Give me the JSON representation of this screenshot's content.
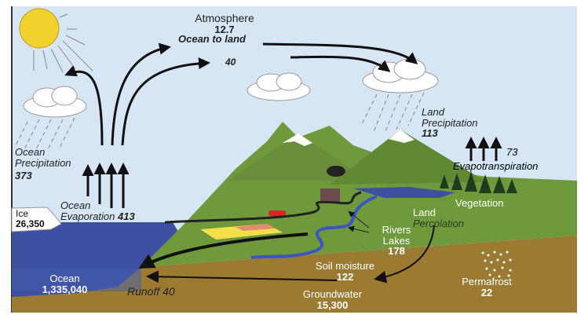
{
  "title": "Water cycle",
  "atmosphere": {
    "label": "Atmosphere",
    "value": "12.7"
  },
  "ocean_to_land": {
    "label": "Ocean to land",
    "value": "40"
  },
  "ocean_precipitation": {
    "label_1": "Ocean",
    "label_2": "Precipitation",
    "value": "373"
  },
  "ocean_evaporation": {
    "label_1": "Ocean",
    "label_2": "Evaporation",
    "value": "413"
  },
  "land_precipitation": {
    "label_1": "Land",
    "label_2": "Precipitation",
    "value": "113"
  },
  "evapotranspiration": {
    "label": "Evapotranspiration",
    "value": "73"
  },
  "ice": {
    "label": "Ice",
    "value": "26,350"
  },
  "vegetation": {
    "label": "Vegetation"
  },
  "land_percolation": {
    "label_1": "Land",
    "label_2": "Percolation"
  },
  "rivers_lakes": {
    "label_1": "Rivers",
    "label_2": "Lakes",
    "value": "178"
  },
  "soil_moisture": {
    "label": "Soil moisture",
    "value": "122"
  },
  "groundwater": {
    "label": "Groundwater",
    "value": "15,300"
  },
  "permafrost": {
    "label": "Permafrost",
    "value": "22"
  },
  "ocean": {
    "label": "Ocean",
    "value": "1,335,040"
  },
  "runoff": {
    "label": "Runoff",
    "value": "40"
  },
  "colors": {
    "sky": "#d6e6f4",
    "ocean": "#3c4fa0",
    "land": "#6f9a3c",
    "soil": "#9b7a31",
    "sun": "#f2d22e"
  }
}
